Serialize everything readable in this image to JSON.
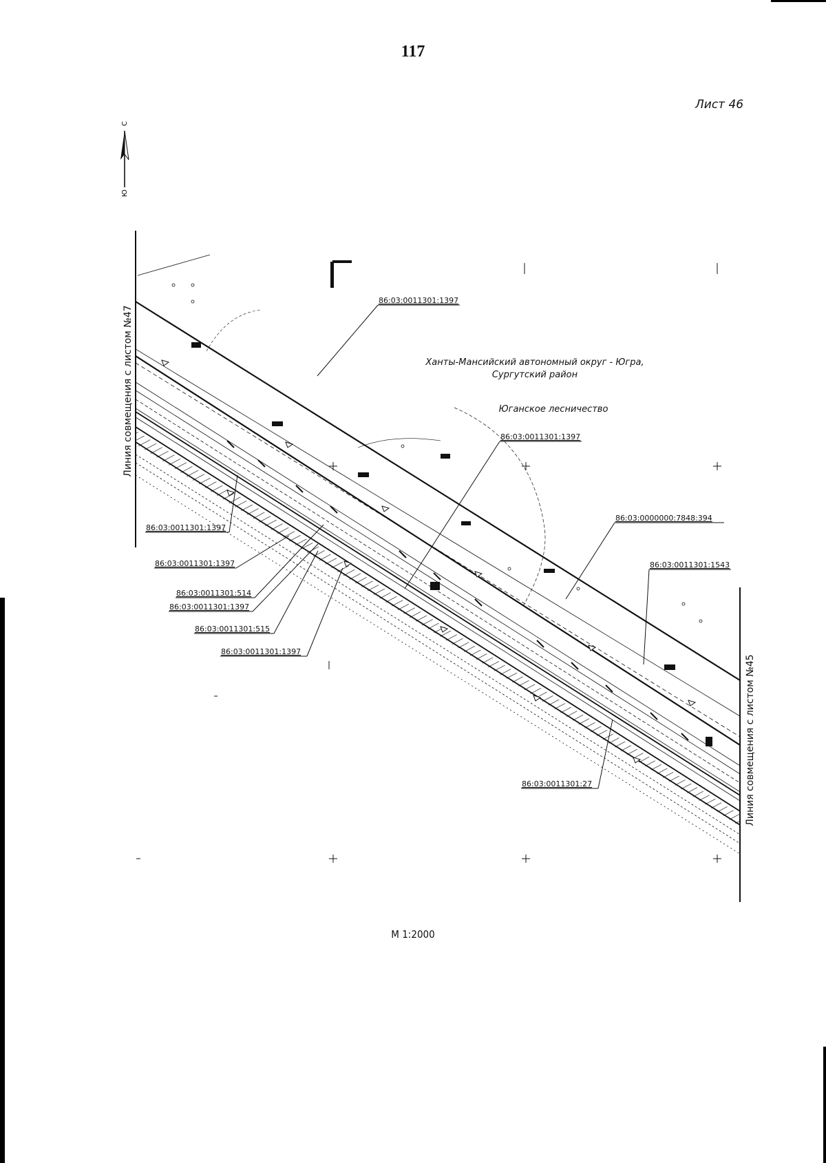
{
  "page": {
    "number": "117",
    "sheet": "Лист 46",
    "scale": "М 1:2000"
  },
  "north_arrow": {
    "north": "С",
    "south": "Ю"
  },
  "junction_lines": {
    "left": "Линия совмещения с листом №47",
    "right": "Линия совмещения с листом №45"
  },
  "region": {
    "line1": "Ханты-Мансийский автономный округ - Югра,",
    "line2": "Сургутский район",
    "forestry": "Юганское лесничество"
  },
  "parcels": [
    "86:03:0011301:1397",
    "86:03:0011301:1397",
    "86:03:0000000:7848:394",
    "86:03:0011301:1543",
    "86:03:0011301:1397",
    "86:03:0011301:1397",
    "86:03:0011301:514",
    "86:03:0011301:1397",
    "86:03:0011301:515",
    "86:03:0011301:1397",
    "86:03:0011301:27"
  ],
  "colors": {
    "ink": "#111111",
    "paper": "#ffffff"
  }
}
